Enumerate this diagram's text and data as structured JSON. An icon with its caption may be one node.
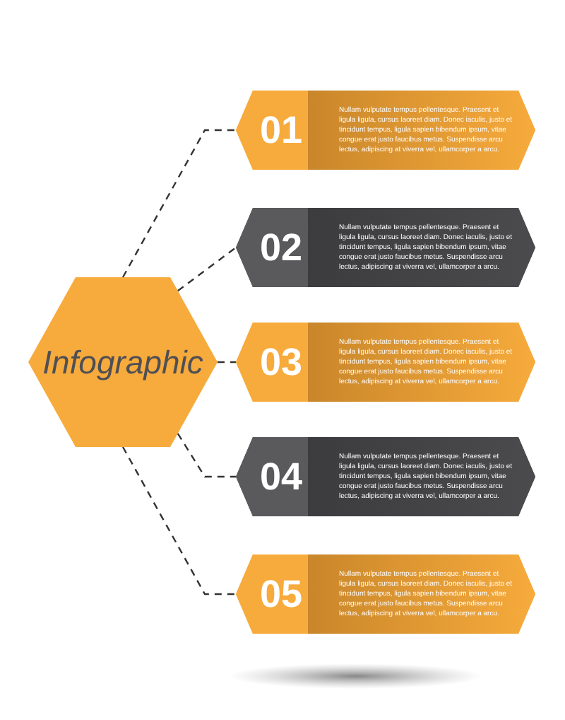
{
  "diagram": {
    "nodes": [
      {
        "text": [
          "Infographic"
        ]
      },
      {
        "text": [
          "01",
          "Nullam vulputate tempus pellentesque. Praesent et ligula ligula, cursus laoreet diam. Donec iaculis, justo et tincidunt tempus, ligula sapien bibendum ipsum, vitae congue erat justo faucibus metus. Suspendisse arcu lectus, adipiscing at viverra vel, ullamcorper a arcu."
        ]
      },
      {
        "text": [
          "02",
          "Nullam vulputate tempus pellentesque. Praesent et ligula ligula, cursus laoreet diam. Donec iaculis, justo et tincidunt tempus, ligula sapien bibendum ipsum, vitae congue erat justo faucibus metus. Suspendisse arcu lectus, adipiscing at viverra vel, ullamcorper a arcu."
        ]
      },
      {
        "text": [
          "03",
          "Nullam vulputate tempus pellentesque. Praesent et ligula ligula, cursus laoreet diam. Donec iaculis, justo et tincidunt tempus, ligula sapien bibendum ipsum, vitae congue erat justo faucibus metus. Suspendisse arcu lectus, adipiscing at viverra vel, ullamcorper a arcu."
        ]
      },
      {
        "text": [
          "04",
          "Nullam vulputate tempus pellentesque. Praesent et ligula ligula, cursus laoreet diam. Donec iaculis, justo et tincidunt tempus, ligula sapien bibendum ipsum, vitae congue erat justo faucibus metus. Suspendisse arcu lectus, adipiscing at viverra vel, ullamcorper a arcu."
        ]
      },
      {
        "text": [
          "05",
          "Nullam vulputate tempus pellentesque. Praesent et ligula ligula, cursus laoreet diam. Donec iaculis, justo et tincidunt tempus, ligula sapien bibendum ipsum, vitae congue erat justo faucibus metus. Suspendisse arcu lectus, adipiscing at viverra vel, ullamcorper a arcu."
        ]
      }
    ],
    "edges": [
      {
        "from": 0,
        "to": 1,
        "arrow": "none",
        "style": "dashed"
      },
      {
        "from": 0,
        "to": 2,
        "arrow": "none",
        "style": "dashed"
      },
      {
        "from": 0,
        "to": 3,
        "arrow": "none",
        "style": "dashed"
      },
      {
        "from": 0,
        "to": 4,
        "arrow": "none",
        "style": "dashed"
      },
      {
        "from": 0,
        "to": 5,
        "arrow": "none",
        "style": "dashed"
      }
    ]
  }
}
